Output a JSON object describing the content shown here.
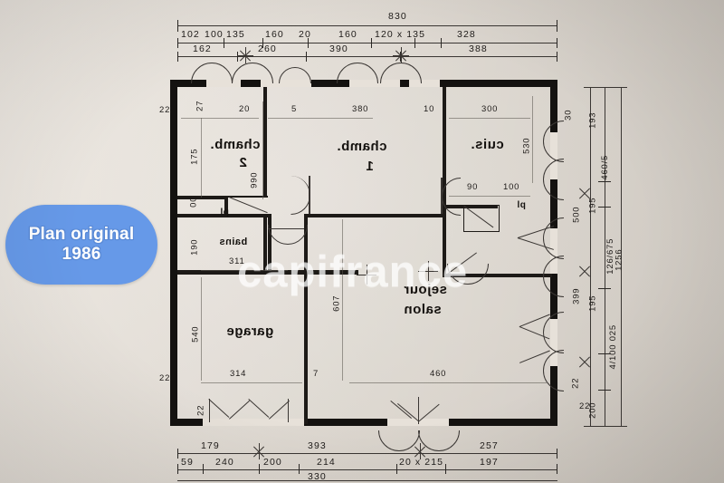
{
  "document": {
    "type": "architectural-floor-plan",
    "badge_line1": "Plan original",
    "badge_line2": "1986",
    "badge_color": "#6699e8",
    "watermark": "capifrance",
    "ink_color": "#171513",
    "paper_color": "#e7e1d9"
  },
  "rooms": [
    {
      "id": "chamb2",
      "label": "chamb.",
      "sub": "2"
    },
    {
      "id": "chamb1",
      "label": "chamb.",
      "sub": "1"
    },
    {
      "id": "cuisine",
      "label": "cuis.",
      "sub": ""
    },
    {
      "id": "bains",
      "label": "bains",
      "sub": ""
    },
    {
      "id": "garage",
      "label": "garage",
      "sub": ""
    },
    {
      "id": "sejour",
      "label": "sejour",
      "sub": "salon"
    },
    {
      "id": "pl1",
      "label": "pl",
      "sub": ""
    },
    {
      "id": "pl2",
      "label": "pl",
      "sub": ""
    }
  ],
  "dimensions": {
    "top_overall": "830",
    "top_row1": [
      "102",
      "100",
      "135",
      "160",
      "20",
      "160",
      "120 x 135",
      "328"
    ],
    "top_row2": [
      "162",
      "260",
      "390",
      "388"
    ],
    "bottom_overall": "330",
    "bottom_row1": [
      "179",
      "393",
      "257"
    ],
    "bottom_row2": [
      "59",
      "240",
      "200",
      "214",
      "20 x 215",
      "197"
    ],
    "right_overall": "1256",
    "right_col_a": [
      "30",
      "500",
      "399",
      "22"
    ],
    "right_col_b": [
      "193",
      "195",
      "195",
      "200"
    ],
    "right_col_c": [
      "460/5",
      "126/675",
      "4/100 025"
    ],
    "left_col": [
      "22",
      "22"
    ],
    "interior": {
      "chamb2_top": [
        "27",
        "20",
        "5"
      ],
      "chamb2_left": [
        "175",
        "00",
        "190"
      ],
      "chamb2_vert": "990",
      "chamb1_top": "380",
      "gap_10": "10",
      "cuisine_top": "300",
      "cuisine_vert": "530",
      "cuisine_row": [
        "90",
        "100"
      ],
      "bains_bottom": "311",
      "garage_left": "540",
      "garage_bottom": "314",
      "sejour_vert": "607",
      "sejour_bottom": "460",
      "wall_7": "7",
      "wall_22_left": "22",
      "wall_22_bottom": "22",
      "wall_22_right": "22"
    }
  }
}
